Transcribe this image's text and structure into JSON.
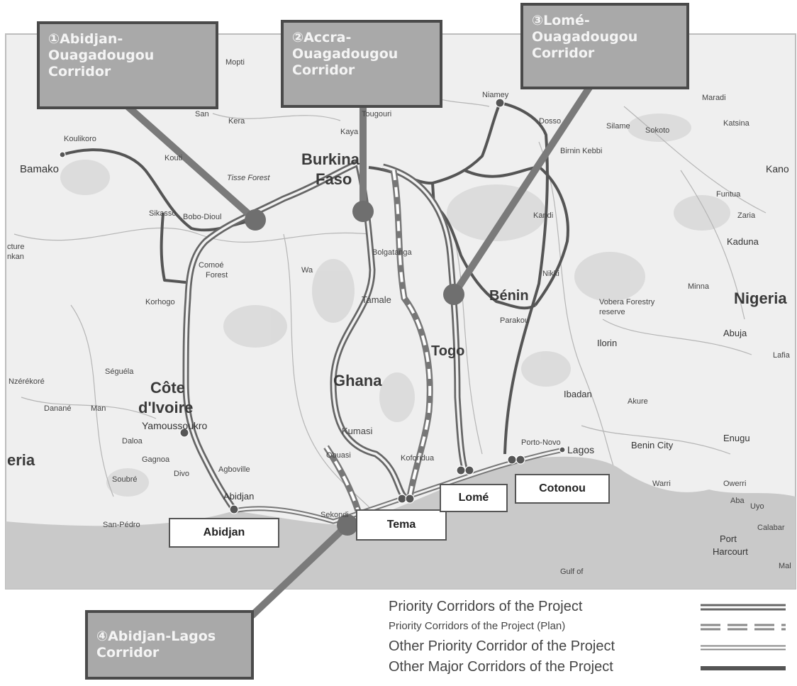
{
  "callouts": {
    "c1": {
      "lines": [
        "①Abidjan-",
        "Ouagadougou",
        "Corridor"
      ]
    },
    "c2": {
      "lines": [
        "②Accra-",
        "Ouagadougou",
        "Corridor"
      ]
    },
    "c3": {
      "lines": [
        "③Lomé-",
        "Ouagadougou",
        "Corridor"
      ]
    },
    "c4": {
      "lines": [
        "④Abidjan-Lagos",
        "Corridor"
      ]
    }
  },
  "ports": {
    "abidjan": "Abidjan",
    "tema": "Tema",
    "lome": "Lomé",
    "cotonou": "Cotonou"
  },
  "map_labels": {
    "bamako": "Bamako",
    "koulikoro": "Koulikoro",
    "burkina": "Burkina",
    "faso": "Faso",
    "tisse_forest": "Tisse Forest",
    "bobo_dioulasso": "Bobo-Dioul",
    "sikasso": "Sikasso",
    "niamey": "Niamey",
    "dosso": "Dosso",
    "maradi": "Maradi",
    "katsina": "Katsina",
    "sokoto": "Sokoto",
    "silame": "Silame",
    "birnin_kebbi": "Birnin Kebbi",
    "kano": "Kano",
    "funtua": "Funtua",
    "zaria": "Zaria",
    "kaduna": "Kaduna",
    "nigeria": "Nigeria",
    "abuja": "Abuja",
    "lafia": "Lafia",
    "minna": "Minna",
    "benin": "Bénin",
    "vobera": "Vobera Forestry",
    "reserve": "reserve",
    "nikki": "Nikki",
    "parakou": "Parakou",
    "kandi": "Kandi",
    "ilorin": "Ilorin",
    "ibadan": "Ibadan",
    "akure": "Akure",
    "benin_city": "Benin City",
    "enugu": "Enugu",
    "warri": "Warri",
    "owerri": "Owerri",
    "aba": "Aba",
    "uyo": "Uyo",
    "calabar": "Calabar",
    "port_harcourt_1": "Port",
    "port_harcourt_2": "Harcourt",
    "lagos": "Lagos",
    "porto_novo": "Porto-Novo",
    "togo": "Togo",
    "ghana": "Ghana",
    "tamale": "Tamale",
    "bolgatanga": "Bolgatanga",
    "wa": "Wa",
    "kumasi": "Kumasi",
    "obuasi": "Obuasi",
    "koforidua": "Koforidua",
    "sekondi": "Sekondi",
    "cote1": "Côte",
    "cote2": "d'Ivoire",
    "yamoussoukro": "Yamoussoukro",
    "korhogo": "Korhogo",
    "seguela": "Séguéla",
    "man": "Man",
    "danane": "Danané",
    "daloa": "Daloa",
    "gagnoa": "Gagnoa",
    "divo": "Divo",
    "agboville": "Agboville",
    "san_pedro": "San-Pédro",
    "soubre": "Soubré",
    "nzerekore": "Nzérékoré",
    "liberia": "eria",
    "ture": "cture",
    "kan": "nkan",
    "tougouri": "Tougouri",
    "kaya": "Kaya",
    "san": "San",
    "mopti": "Mopti",
    "koutiala": "Kouti",
    "gulf_of": "Gulf of",
    "mali_edge": "Mal",
    "comoe": "Comoé",
    "forest": "Forest",
    "kombissiri": "Kera"
  },
  "legend": {
    "items": [
      {
        "label": "Priority Corridors of the Project",
        "swatch": "triple-line"
      },
      {
        "label": "Priority Corridors of the Project (Plan)",
        "swatch": "dashed-triple"
      },
      {
        "label": "Other Priority Corridor of the Project",
        "swatch": "double-line"
      },
      {
        "label": "Other Major Corridors of the Project",
        "swatch": "solid-thick"
      }
    ]
  },
  "colors": {
    "sea": "#c9c9c9",
    "land": "#efefef",
    "callout_fill": "#a9a9a9",
    "callout_border": "#4a4a4a",
    "corridor_dark": "#555555"
  }
}
